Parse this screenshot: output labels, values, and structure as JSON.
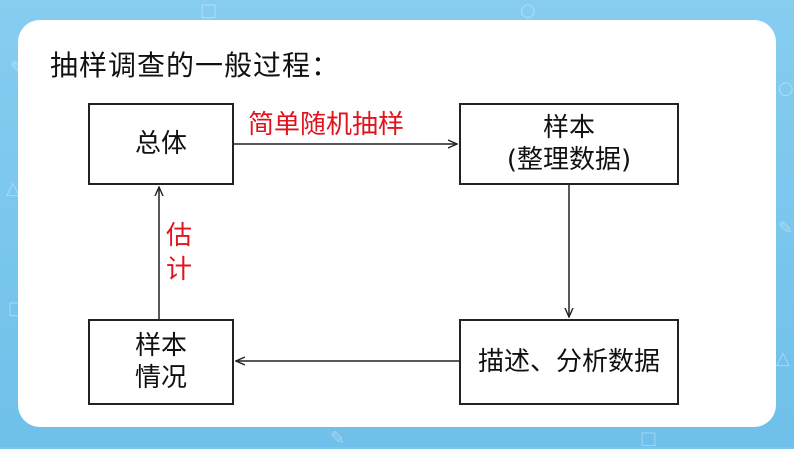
{
  "title": "抽样调查的一般过程：",
  "boxes": {
    "population": "总体",
    "sample_line1": "样本",
    "sample_line2": "(整理数据)",
    "describe": "描述、分析数据",
    "situation_line1": "样本",
    "situation_line2": "情况"
  },
  "labels": {
    "srs": "简单随机抽样",
    "estimate_char1": "估",
    "estimate_char2": "计"
  },
  "colors": {
    "background": "#7cc6ec",
    "card": "#ffffff",
    "label_red": "#e0141e",
    "line": "#222222"
  }
}
